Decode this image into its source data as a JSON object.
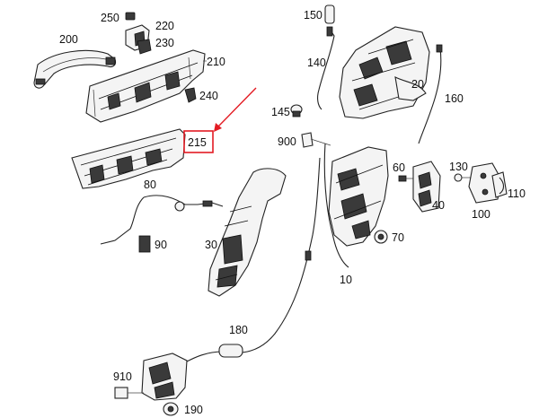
{
  "labels": {
    "p10": "10",
    "p20": "20",
    "p30": "30",
    "p40": "40",
    "p60": "60",
    "p70": "70",
    "p80": "80",
    "p90": "90",
    "p100": "100",
    "p110": "110",
    "p130": "130",
    "p140": "140",
    "p145": "145",
    "p150": "150",
    "p160": "160",
    "p180": "180",
    "p190": "190",
    "p200": "200",
    "p210": "210",
    "p215": "215",
    "p220": "220",
    "p230": "230",
    "p240": "240",
    "p250": "250",
    "p900": "900",
    "p910": "910"
  },
  "colors": {
    "highlight": "#e31b23",
    "ink": "#222222",
    "fill": "#f4f4f4"
  }
}
